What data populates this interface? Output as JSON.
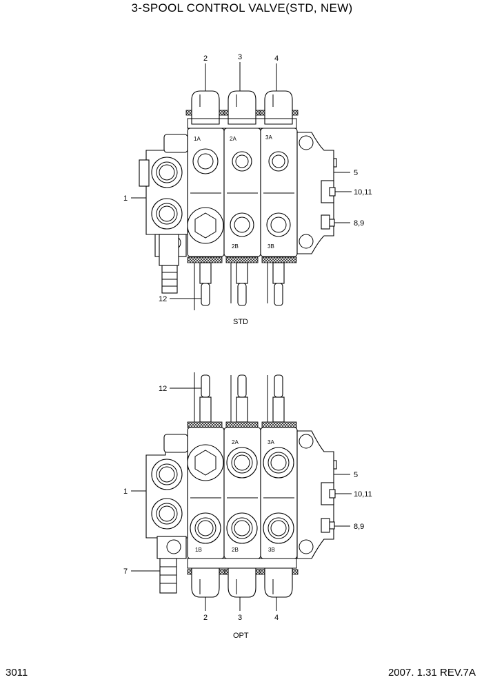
{
  "title": "3-SPOOL CONTROL VALVE(STD, NEW)",
  "footer": {
    "page": "3011",
    "revision": "2007. 1.31 REV.7A"
  },
  "views": {
    "std": {
      "caption": "STD",
      "callouts": {
        "c1": "1",
        "c2": "2",
        "c3": "3",
        "c4": "4",
        "c5": "5",
        "c1011": "10,11",
        "c89": "8,9",
        "c12": "12"
      },
      "ports": {
        "p1a": "1A",
        "p2a": "2A",
        "p3a": "3A",
        "p2b": "2B",
        "p3b": "3B"
      }
    },
    "opt": {
      "caption": "OPT",
      "callouts": {
        "c1": "1",
        "c2": "2",
        "c3": "3",
        "c4": "4",
        "c5": "5",
        "c1011": "10,11",
        "c89": "8,9",
        "c12": "12",
        "c7": "7"
      },
      "ports": {
        "p2a": "2A",
        "p3a": "3A",
        "p1b": "1B",
        "p2b": "2B",
        "p3b": "3B"
      }
    }
  }
}
